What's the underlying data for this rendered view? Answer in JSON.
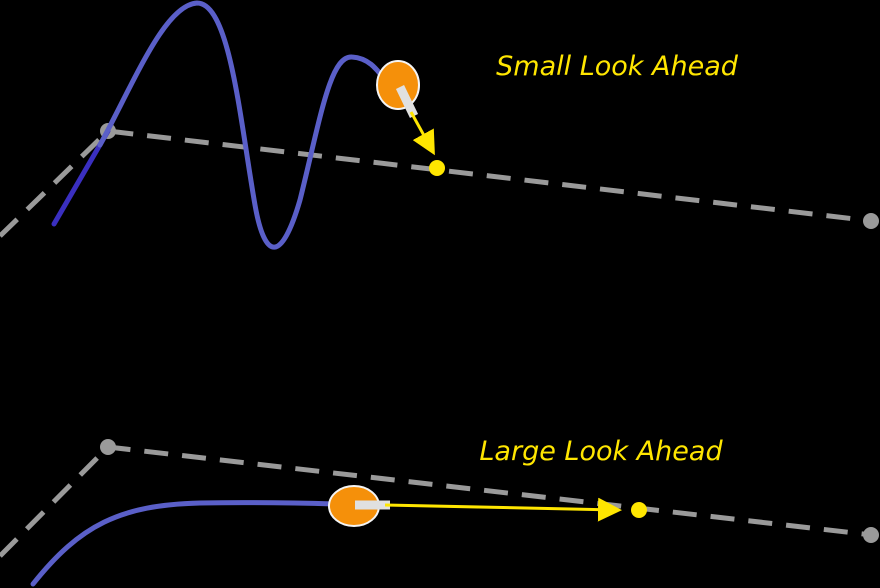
{
  "panels": [
    {
      "id": "small",
      "label": "Small Look Ahead"
    },
    {
      "id": "large",
      "label": "Large Look Ahead"
    }
  ],
  "colors": {
    "background": "#000000",
    "path": "#9a9a9a",
    "waypoint": "#9a9a9a",
    "trajectory": "#5a5fc8",
    "trajectory_start": "#3a2fc0",
    "robot_body": "#f5900a",
    "robot_outline": "#f4f4f4",
    "robot_heading": "#e0e0e0",
    "lookahead": "#ffe600",
    "label": "#ffe600"
  }
}
